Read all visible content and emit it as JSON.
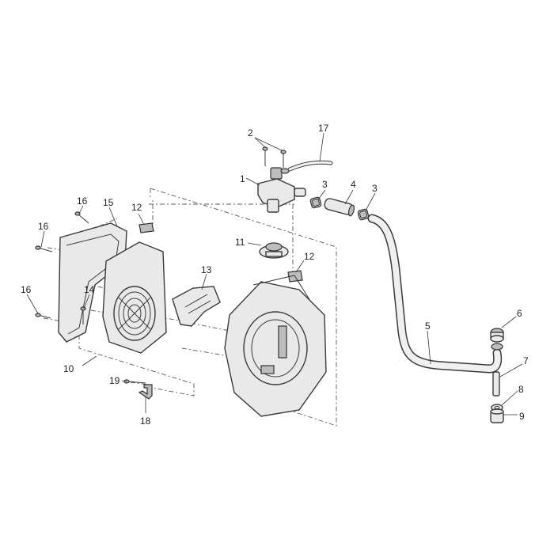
{
  "diagram": {
    "callouts": {
      "c1": "1",
      "c2": "2",
      "c3a": "3",
      "c3b": "3",
      "c4": "4",
      "c5": "5",
      "c6": "6",
      "c7": "7",
      "c8": "8",
      "c9": "9",
      "c10": "10",
      "c11": "11",
      "c12a": "12",
      "c12b": "12",
      "c13": "13",
      "c14": "14",
      "c15": "15",
      "c16a": "16",
      "c16b": "16",
      "c16c": "16",
      "c17": "17",
      "c18": "18",
      "c19": "19"
    }
  }
}
